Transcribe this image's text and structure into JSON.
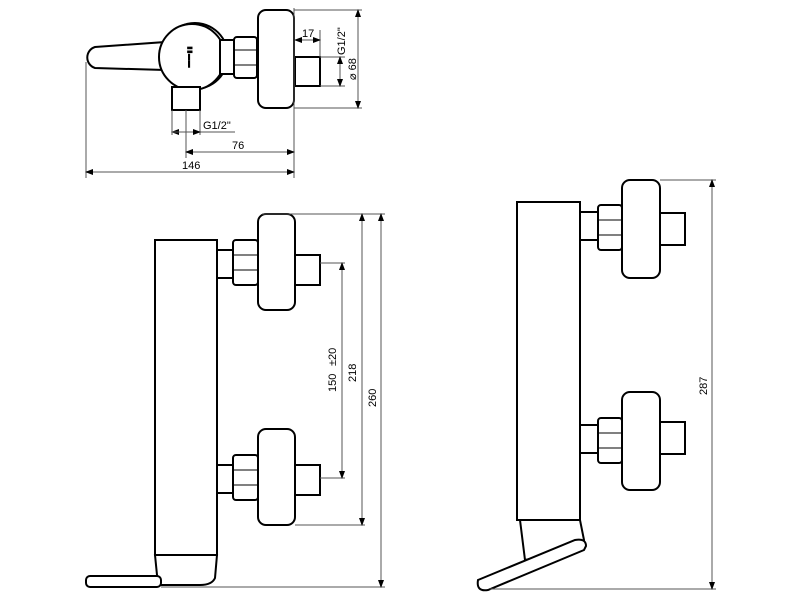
{
  "top_view": {
    "dim_pipe_length": "17",
    "dim_thread_outlet": "G1/2\"",
    "dim_rosette_diameter": "⌀ 68",
    "dim_thread_inlet": "G1/2\"",
    "dim_inlet_to_wall": "76",
    "dim_total_depth": "146"
  },
  "front_view": {
    "dim_center_distance": "150",
    "dim_center_tolerance": "±20",
    "dim_rosette_span": "218",
    "dim_total_height": "260"
  },
  "side_view": {
    "dim_total_height": "287"
  }
}
